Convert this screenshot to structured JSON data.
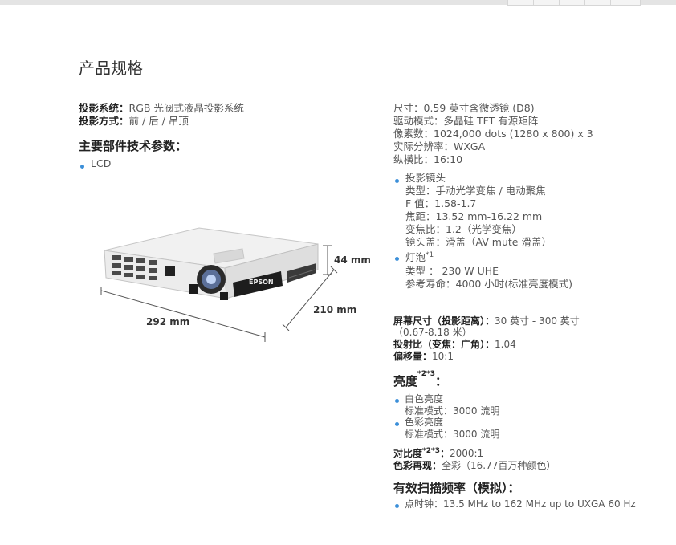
{
  "page": {
    "title": "产品规格"
  },
  "left": {
    "projection_system": {
      "label": "投影系统：",
      "value": "RGB 光阀式液晶投影系统"
    },
    "projection_method": {
      "label": "投影方式：",
      "value": "前 / 后 / 吊顶"
    },
    "main_parts_heading": "主要部件技术参数：",
    "lcd_item": "LCD",
    "dimensions": {
      "height": "44 mm",
      "depth": "210 mm",
      "width": "292 mm"
    },
    "projector_brand": "EPSON"
  },
  "right": {
    "lcd_specs": [
      "尺寸：0.59 英寸含微透镜 (D8)",
      "驱动模式：多晶硅 TFT 有源矩阵",
      "像素数：1024,000 dots (1280 x 800) x 3",
      "实际分辨率：WXGA",
      "纵横比：16:10"
    ],
    "lens": {
      "title": "投影镜头",
      "items": [
        "类型：手动光学变焦 / 电动聚焦",
        "F 值：1.58-1.7",
        "焦距：13.52 mm-16.22 mm",
        "变焦比：1.2（光学变焦）",
        "镜头盖：滑盖（AV mute 滑盖）"
      ]
    },
    "lamp": {
      "title": "灯泡",
      "sup": "*1",
      "items": [
        "类型 ： 230 W UHE",
        "参考寿命：4000 小时(标准亮度模式)"
      ]
    },
    "screen_size": {
      "label": "屏幕尺寸（投影距离）：",
      "value": "30 英寸 - 300 英寸",
      "value2": "（0.67-8.18 米）"
    },
    "throw_ratio": {
      "label": "投射比（变焦：广角）：",
      "value": "1.04"
    },
    "offset": {
      "label": "偏移量：",
      "value": "10:1"
    },
    "brightness": {
      "title": "亮度",
      "sup": "*2*3",
      "colon": "：",
      "white": {
        "title": "白色亮度",
        "value": "标准模式：3000 流明"
      },
      "color": {
        "title": "色彩亮度",
        "value": "标准模式：3000 流明"
      }
    },
    "contrast": {
      "label": "对比度",
      "sup": "*2*3",
      "colon": "：",
      "value": "2000:1"
    },
    "color_reproduction": {
      "label": "色彩再现：",
      "value": "全彩（16.77百万种颜色）"
    },
    "scan_heading": "有效扫描频率（模拟）：",
    "pixel_clock": "点时钟：13.5 MHz to 162 MHz up to UXGA 60 Hz"
  }
}
